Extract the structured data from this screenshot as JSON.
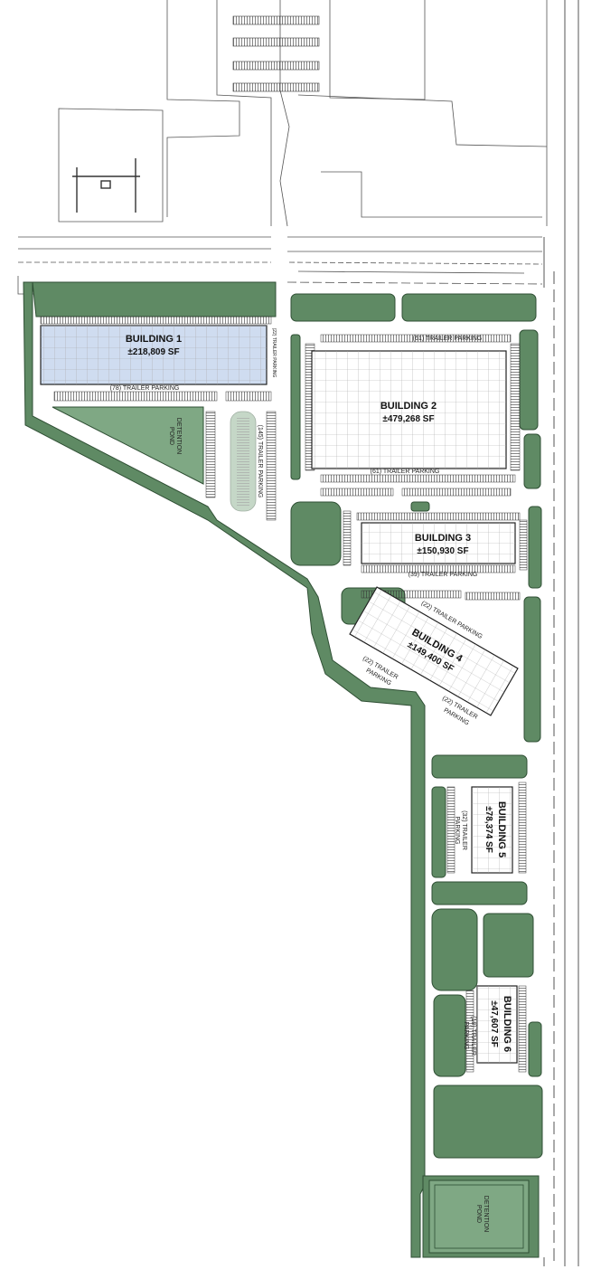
{
  "buildings": [
    {
      "name": "BUILDING 1",
      "area": "±218,809 SF",
      "fill": "#cfdcf0"
    },
    {
      "name": "BUILDING 2",
      "area": "±479,268 SF"
    },
    {
      "name": "BUILDING 3",
      "area": "±150,930 SF"
    },
    {
      "name": "BUILDING 4",
      "area": "±149,400 SF"
    },
    {
      "name": "BUILDING 5",
      "area": "±78,374 SF"
    },
    {
      "name": "BUILDING 6",
      "area": "±47,607 SF"
    }
  ],
  "trailer_parking": {
    "b1_south": "(78) TRAILER PARKING",
    "b1_east": "(22) TRAILER PARKING",
    "b1_lot": "(145) TRAILER PARKING",
    "b2_north": "(61) TRAILER PARKING",
    "b2_south": "(61) TRAILER PARKING",
    "b3_south": "(39) TRAILER PARKING",
    "b4_north": "(22) TRAILER PARKING",
    "b4_sw_1": "(22) TRAILER",
    "b4_sw_2": "PARKING",
    "b4_se_1": "(22) TRAILER",
    "b4_se_2": "PARKING",
    "b5_west_1": "(32) TRAILER",
    "b5_west_2": "PARKING",
    "b6_west_1": "(18) TRAILER",
    "b6_west_2": "PARKING"
  },
  "ponds": {
    "north_1": "DETENTION",
    "north_2": "POND",
    "south_1": "DETENTION",
    "south_2": "POND"
  },
  "colors": {
    "landscape": "#5f8a64",
    "landscape_edge": "#2f4f34",
    "pond": "#7fa884",
    "building_grid": "#9a9a9a"
  }
}
